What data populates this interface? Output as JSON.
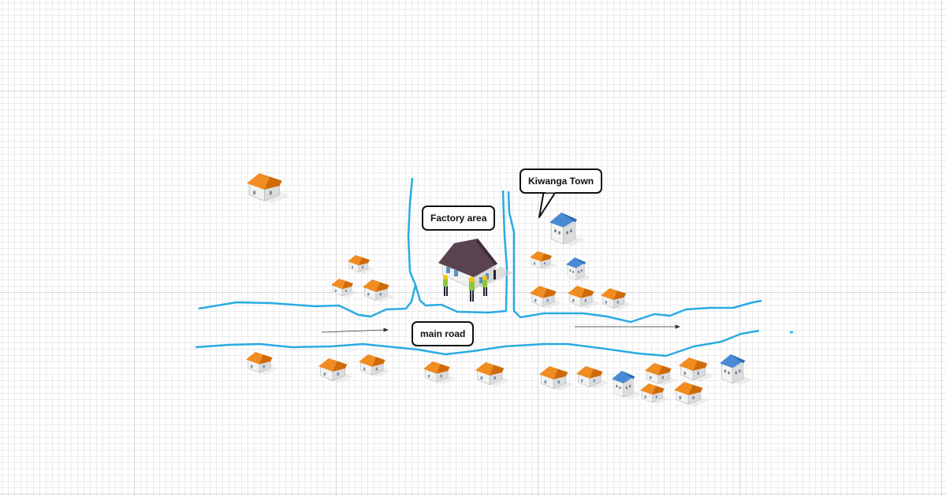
{
  "labels": {
    "factory": "Factory area",
    "town": "Kiwanga Town",
    "road": "main road"
  },
  "colors": {
    "road": "#29abe2",
    "roof_orange": "#e07a10",
    "roof_blue": "#3b7cc4",
    "roof_factory": "#5a4350"
  }
}
